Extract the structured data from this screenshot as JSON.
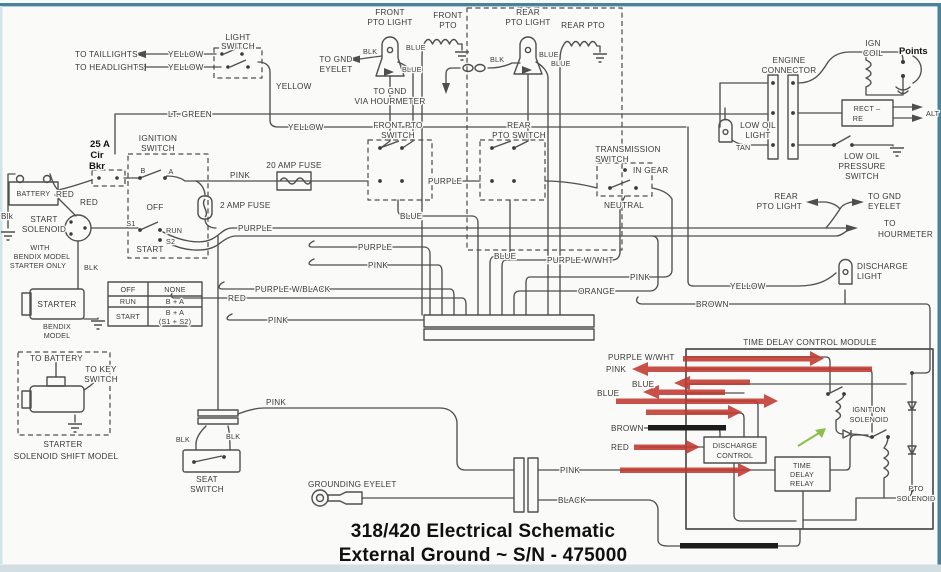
{
  "colors": {
    "line": "#4f4f4f",
    "annotation_red": "#c03a31",
    "annotation_black": "#1c1c1c",
    "annotation_green": "#8abf4a",
    "border_teal": "#47839b",
    "edge_light": "#cfe6ea",
    "bottom_band": "#d2dee2",
    "text": "#3a3a3a",
    "title_text": "#101010",
    "background": "#fafaf8"
  },
  "title": {
    "line1": "318/420 Electrical Schematic",
    "line2": "External Ground  ~  S/N  - 475000"
  },
  "lighting": {
    "to_taillights": "TO TAILLIGHTS",
    "to_headlights": "TO HEADLIGHTS",
    "yellow_tail": "YELLOW",
    "yellow_head": "YELLOW",
    "light_switch_1": "LIGHT",
    "light_switch_2": "SWITCH",
    "yellow_drop": "YELLOW",
    "yellow_bus": "YELLOW",
    "lt_green": "LT. GREEN"
  },
  "ignition": {
    "breaker_1": "25 A",
    "breaker_2": "Cir",
    "breaker_3": "Bkr",
    "switch_1": "IGNITION",
    "switch_2": "SWITCH",
    "term_b": "B",
    "term_a": "A",
    "off": "OFF",
    "s1": "S1",
    "run": "RUN",
    "s2": "S2",
    "start": "START",
    "red_1": "RED",
    "red_2": "RED",
    "blk": "Blk",
    "pink": "PINK",
    "fuse_20": "20 AMP FUSE",
    "fuse_2": "2 AMP FUSE",
    "purple_bus": "PURPLE"
  },
  "battery": {
    "label": "BATTERY",
    "solenoid_1": "START",
    "solenoid_2": "SOLENOID",
    "note_1": "WITH",
    "note_2": "BENDIX MODEL",
    "note_3": "STARTER ONLY",
    "blk": "BLK",
    "starter": "STARTER",
    "model_1": "BENDIX",
    "model_2": "MODEL"
  },
  "key_table": {
    "r1c1": "OFF",
    "r1c2": "NONE",
    "r2c1": "RUN",
    "r2c2": "B + A",
    "r3c1": "START",
    "r3c2a": "B + A",
    "r3c2b": "(S1 + S2)"
  },
  "left_wires": {
    "purple": "PURPLE",
    "pink": "PINK",
    "purple_wblack": "PURPLE W/BLACK",
    "red": "RED",
    "pink_low": "PINK"
  },
  "pto": {
    "front_light_1": "FRONT",
    "front_light_2": "PTO LIGHT",
    "front_coil_1": "FRONT",
    "front_coil_2": "PTO",
    "rear_light_1": "REAR",
    "rear_light_2": "PTO LIGHT",
    "rear_coil": "REAR PTO",
    "gnd_eyelet_1": "TO GND",
    "gnd_eyelet_2": "EYELET",
    "blk_front": "BLK",
    "blue_coil": "BLUE",
    "blue_front": "BLUE",
    "blk_rear": "BLK",
    "blue_rear": "BLUE",
    "blue_rear_coil": "BLUE",
    "gnd_hour_1": "TO GND",
    "gnd_hour_2": "VIA HOURMETER",
    "front_switch_1": "FRONT PTO",
    "front_switch_2": "SWITCH",
    "rear_switch_1": "REAR",
    "rear_switch_2": "PTO SWITCH",
    "purple_link": "PURPLE",
    "blue_drop": "BLUE",
    "blue_drop2": "BLUE",
    "purple_wwht": "PURPLE W/WHT"
  },
  "transmission": {
    "switch_1": "TRANSMISSION",
    "switch_2": "SWITCH",
    "in_gear": "IN GEAR",
    "neutral": "NEUTRAL"
  },
  "engine": {
    "connector_1": "ENGINE",
    "connector_2": "CONNECTOR",
    "ign_coil_1": "IGN",
    "ign_coil_2": "COIL",
    "points": "Points",
    "rect_1": "RECT –",
    "rect_2": "RE",
    "alt": "ALT",
    "low_oil_light_1": "LOW OIL",
    "low_oil_light_2": "LIGHT",
    "tan": "TAN",
    "pressure_1": "LOW OIL",
    "pressure_2": "PRESSURE",
    "pressure_3": "SWITCH"
  },
  "right_mid": {
    "rear_pto_light_1": "REAR",
    "rear_pto_light_2": "PTO LIGHT",
    "gnd_eyelet_1": "TO GND",
    "gnd_eyelet_2": "EYELET",
    "hourmeter_1": "TO",
    "hourmeter_2": "HOURMETER",
    "discharge_1": "DISCHARGE",
    "discharge_2": "LIGHT",
    "yellow": "YELLOW",
    "brown": "BROWN",
    "pink": "PINK",
    "orange": "ORANGE"
  },
  "tdcm": {
    "title": "TIME DELAY CONTROL MODULE",
    "purple_wwht": "PURPLE W/WHT",
    "pink": "PINK",
    "blue_1": "BLUE",
    "blue_2": "BLUE",
    "brown": "BROWN",
    "red": "RED",
    "discharge_1": "DISCHARGE",
    "discharge_2": "CONTROL",
    "relay_1": "TIME",
    "relay_2": "DELAY",
    "relay_3": "RELAY",
    "ign_sol_1": "IGNITION",
    "ign_sol_2": "SOLENOID",
    "pto_sol_1": "PTO",
    "pto_sol_2": "SOLENOID"
  },
  "bottom_left": {
    "to_battery": "TO BATTERY",
    "to_key_1": "TO KEY",
    "to_key_2": "SWITCH",
    "starter": "STARTER",
    "model": "SOLENOID SHIFT MODEL",
    "pink": "PINK",
    "blk_1": "BLK",
    "blk_2": "BLK",
    "seat_1": "SEAT",
    "seat_2": "SWITCH",
    "grounding_eyelet": "GROUNDING EYELET",
    "pink_out": "PINK",
    "black_out": "BLACK"
  }
}
